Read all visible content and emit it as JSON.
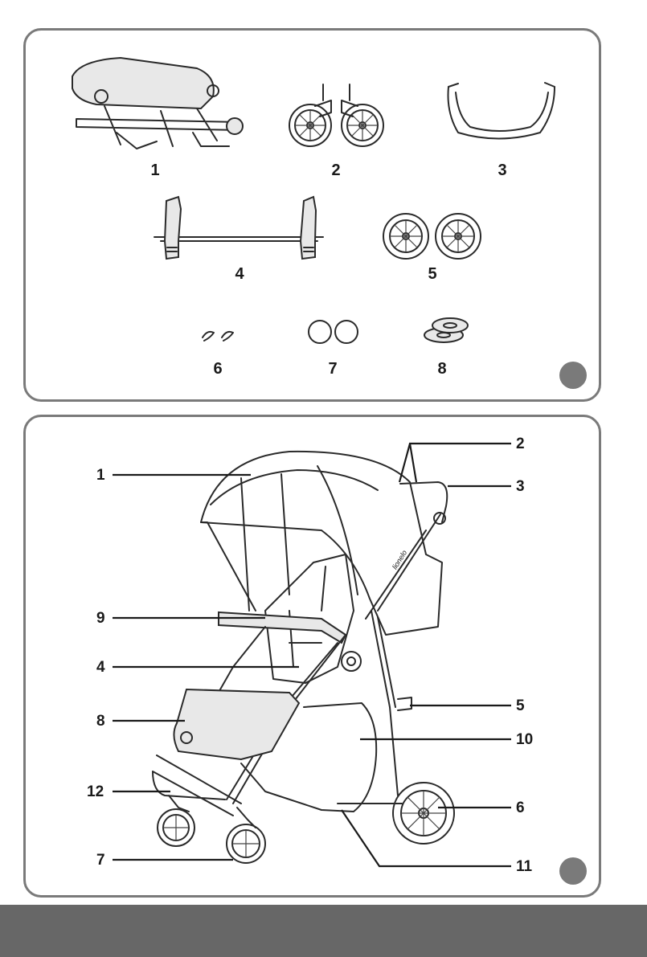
{
  "parts_panel": {
    "labels": [
      "1",
      "2",
      "3",
      "4",
      "5",
      "6",
      "7",
      "8"
    ]
  },
  "stroller_panel": {
    "callouts": [
      "1",
      "2",
      "3",
      "4",
      "5",
      "6",
      "7",
      "8",
      "9",
      "10",
      "11",
      "12"
    ],
    "brand_text": "lionelo"
  }
}
